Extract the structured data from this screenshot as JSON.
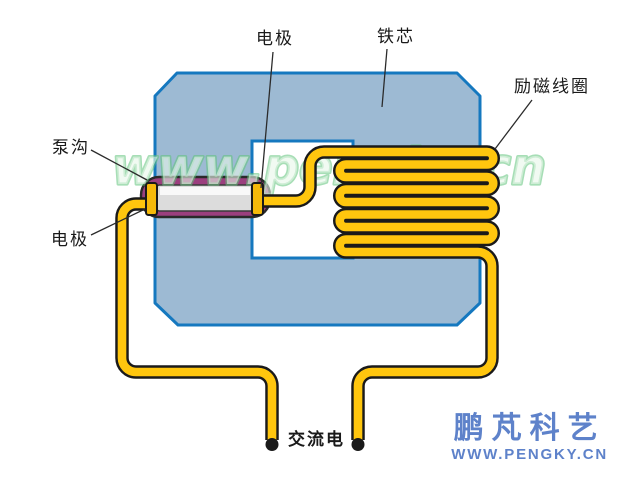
{
  "diagram": {
    "title_context": "electromagnetic-pump-diagram",
    "labels": {
      "electrode_top": "电极",
      "iron_core": "铁芯",
      "excitation_coil": "励磁线圈",
      "pump_channel": "泵沟",
      "electrode_left": "电极",
      "ac_power": "交流电"
    },
    "watermark": "www.pengky.cn",
    "logo": {
      "name": "鹏芃科艺",
      "url": "WWW.PENGKY.CN",
      "color": "#5e82ca"
    },
    "colors": {
      "core_fill": "#9dbad3",
      "core_stroke": "#1578bf",
      "wire_yellow": "#ffc60e",
      "electrode_yellow": "#f5b90a",
      "pump_body_purple": "#9b3f7e",
      "channel_gray": "#dcdcdc",
      "outline_black": "#1a1a1a",
      "watermark_green": "#5fc27a",
      "label_line": "#2b2b2b"
    }
  }
}
